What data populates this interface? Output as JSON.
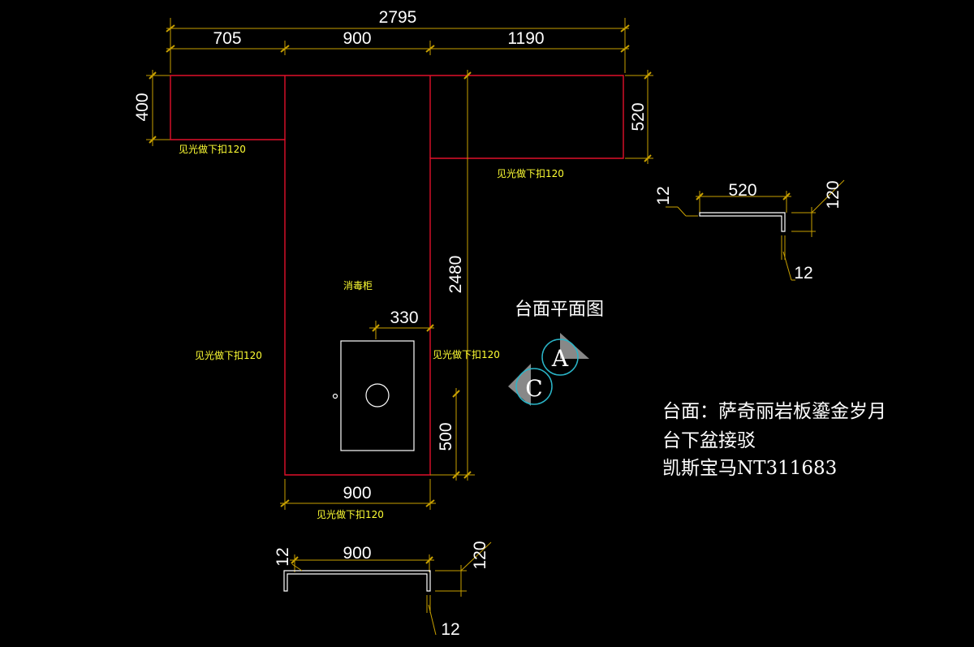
{
  "drawing": {
    "title": "台面平面图",
    "overall_width": "2795",
    "segments_top": [
      "705",
      "900",
      "1190"
    ],
    "left_depth": "400",
    "right_depth": "520",
    "vertical_total": "2480",
    "sink_offset": "330",
    "sink_position": "500",
    "bottom_width": "900",
    "labels": {
      "left_top_edge": "见光做下扣120",
      "right_top_edge": "见光做下扣120",
      "left_side": "见光做下扣120",
      "right_side": "见光做下扣120",
      "bottom_edge": "见光做下扣120",
      "cabinet": "消毒柜"
    },
    "section_markers": [
      "A",
      "C"
    ],
    "section_right": {
      "width": "520",
      "thickness": "12",
      "drop": "120",
      "lip": "12"
    },
    "section_bottom": {
      "width": "900",
      "thickness": "12",
      "drop": "120",
      "lip": "12"
    }
  },
  "spec": {
    "line1": "台面：萨奇丽岩板鎏金岁月",
    "line2": "台下盆接驳",
    "line3": "凯斯宝马NT311683"
  },
  "colors": {
    "background": "#000000",
    "outline": "#e0102a",
    "dimension": "#c8a000",
    "note": "#ffff33",
    "text": "#ffffff",
    "marker": "#2ab5c8"
  }
}
